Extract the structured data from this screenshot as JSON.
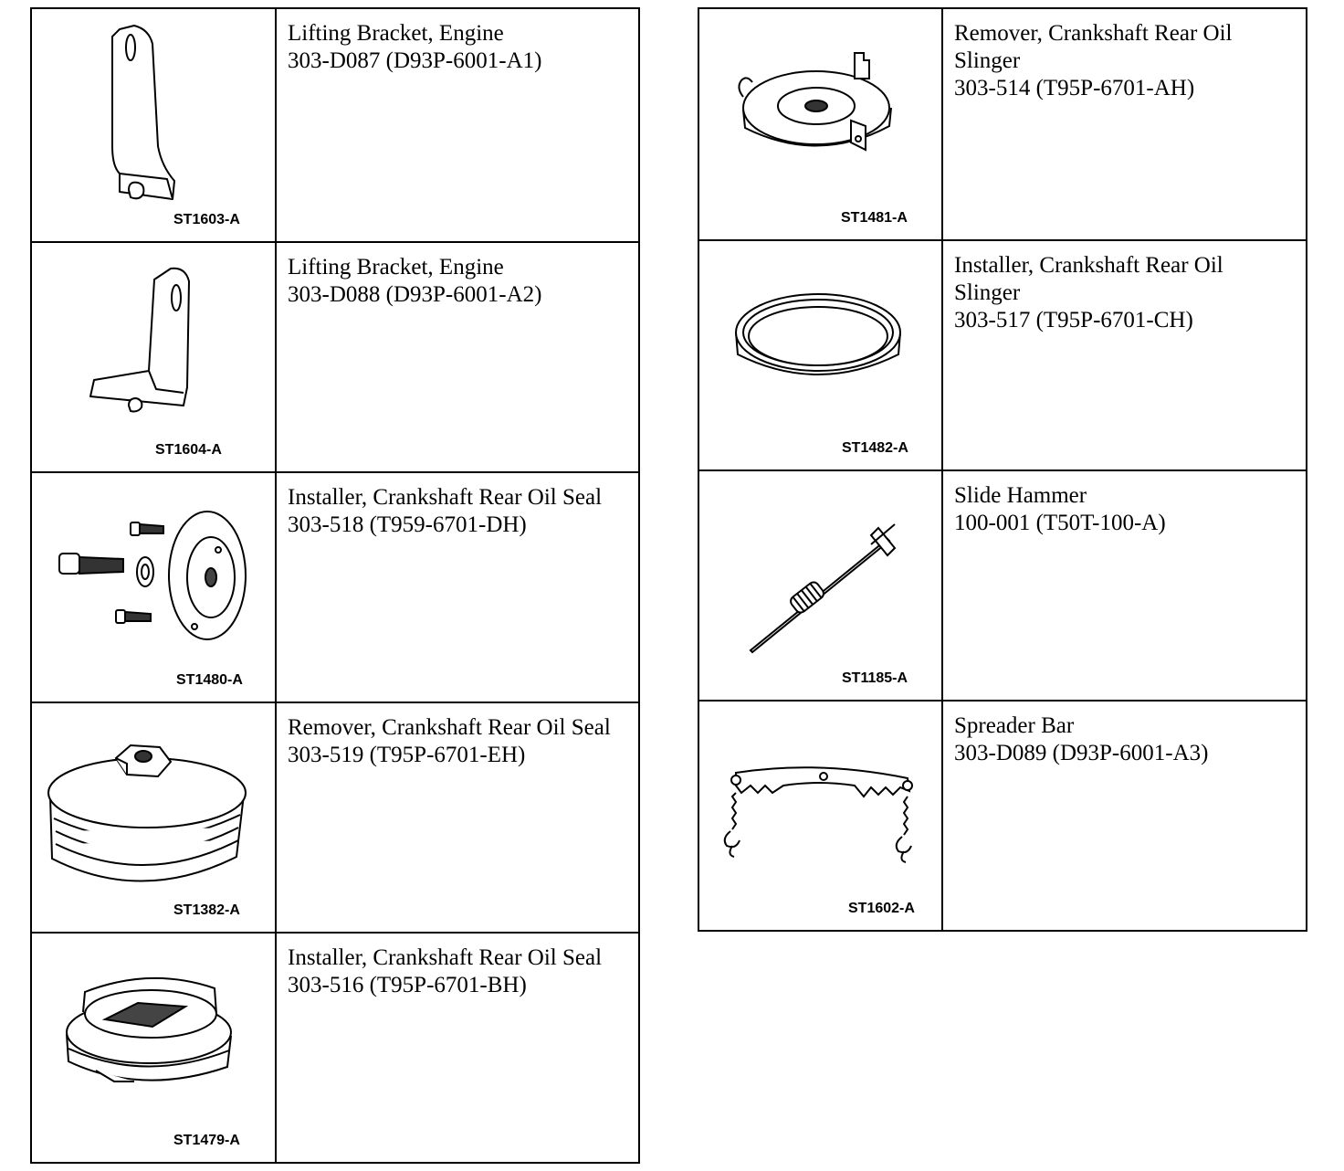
{
  "left_tools": [
    {
      "name": "Lifting Bracket, Engine",
      "number": "303-D087 (D93P-6001-A1)",
      "code": "ST1603-A",
      "icon": "lifting-bracket-icon"
    },
    {
      "name": "Lifting Bracket, Engine",
      "number": "303-D088 (D93P-6001-A2)",
      "code": "ST1604-A",
      "icon": "lifting-bracket-icon"
    },
    {
      "name": "Installer, Crankshaft Rear Oil Seal",
      "number": "303-518 (T959-6701-DH)",
      "code": "ST1480-A",
      "icon": "seal-installer-kit-icon"
    },
    {
      "name": "Remover, Crankshaft Rear Oil Seal",
      "number": "303-519 (T95P-6701-EH)",
      "code": "ST1382-A",
      "icon": "seal-remover-icon"
    },
    {
      "name": "Installer, Crankshaft Rear Oil Seal",
      "number": "303-516 (T95P-6701-BH)",
      "code": "ST1479-A",
      "icon": "seal-installer-sleeve-icon"
    }
  ],
  "right_tools": [
    {
      "name": "Remover, Crankshaft Rear Oil Slinger",
      "number": "303-514 (T95P-6701-AH)",
      "code": "ST1481-A",
      "icon": "slinger-remover-icon"
    },
    {
      "name": "Installer, Crankshaft Rear Oil Slinger",
      "number": "303-517 (T95P-6701-CH)",
      "code": "ST1482-A",
      "icon": "slinger-installer-ring-icon"
    },
    {
      "name": "Slide Hammer",
      "number": "100-001 (T50T-100-A)",
      "code": "ST1185-A",
      "icon": "slide-hammer-icon"
    },
    {
      "name": "Spreader Bar",
      "number": "303-D089 (D93P-6001-A3)",
      "code": "ST1602-A",
      "icon": "spreader-bar-icon"
    }
  ]
}
